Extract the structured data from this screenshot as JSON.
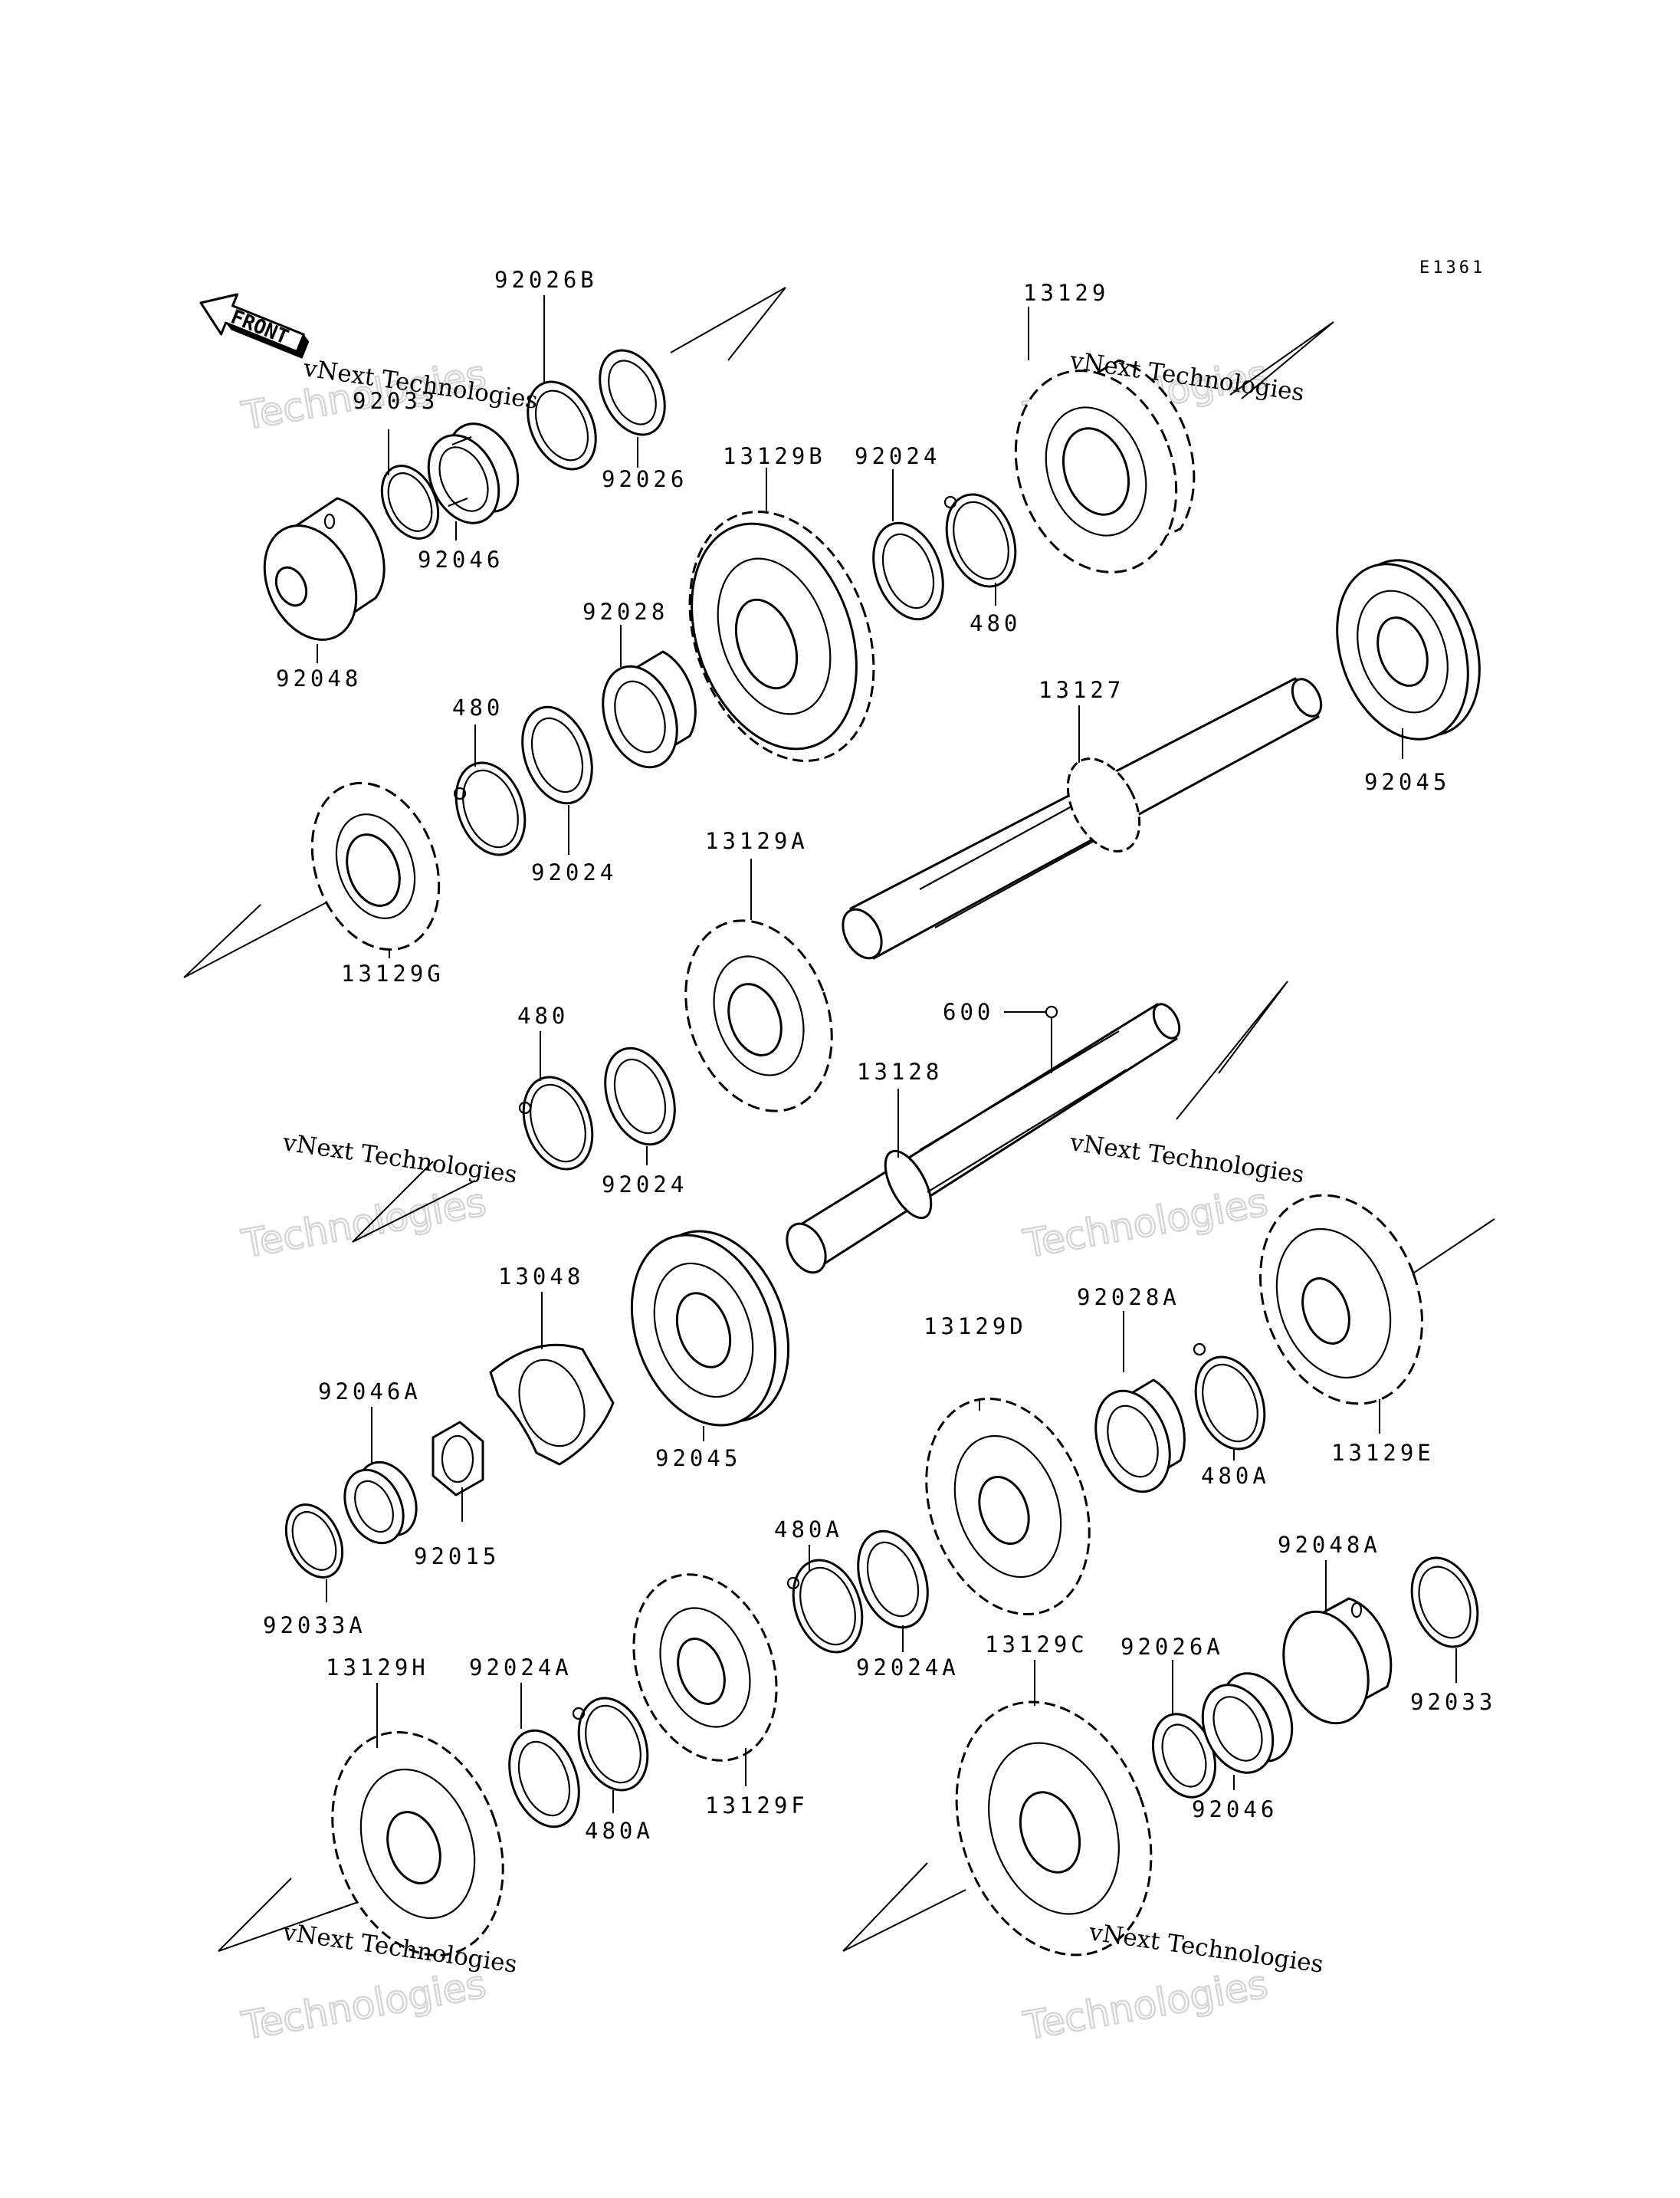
{
  "diagram_code": "E1361",
  "front_label": "FRONT",
  "watermark": {
    "line1": "vNext Technologies",
    "line2": "Technologies"
  },
  "parts": [
    {
      "label": "92026B"
    },
    {
      "label": "92026"
    },
    {
      "label": "13129"
    },
    {
      "label": "92033"
    },
    {
      "label": "92046"
    },
    {
      "label": "92048"
    },
    {
      "label": "13129B"
    },
    {
      "label": "92024"
    },
    {
      "label": "480"
    },
    {
      "label": "92028"
    },
    {
      "label": "480"
    },
    {
      "label": "92024"
    },
    {
      "label": "13127"
    },
    {
      "label": "92045"
    },
    {
      "label": "13129G"
    },
    {
      "label": "13129A"
    },
    {
      "label": "600"
    },
    {
      "label": "480"
    },
    {
      "label": "92024"
    },
    {
      "label": "13128"
    },
    {
      "label": "13048"
    },
    {
      "label": "92045"
    },
    {
      "label": "13129D"
    },
    {
      "label": "92028A"
    },
    {
      "label": "92046A"
    },
    {
      "label": "92015"
    },
    {
      "label": "480A"
    },
    {
      "label": "13129E"
    },
    {
      "label": "480A"
    },
    {
      "label": "92033A"
    },
    {
      "label": "92048A"
    },
    {
      "label": "13129H"
    },
    {
      "label": "92024A"
    },
    {
      "label": "92024A"
    },
    {
      "label": "13129C"
    },
    {
      "label": "92026A"
    },
    {
      "label": "92033"
    },
    {
      "label": "480A"
    },
    {
      "label": "13129F"
    },
    {
      "label": "92046"
    }
  ]
}
